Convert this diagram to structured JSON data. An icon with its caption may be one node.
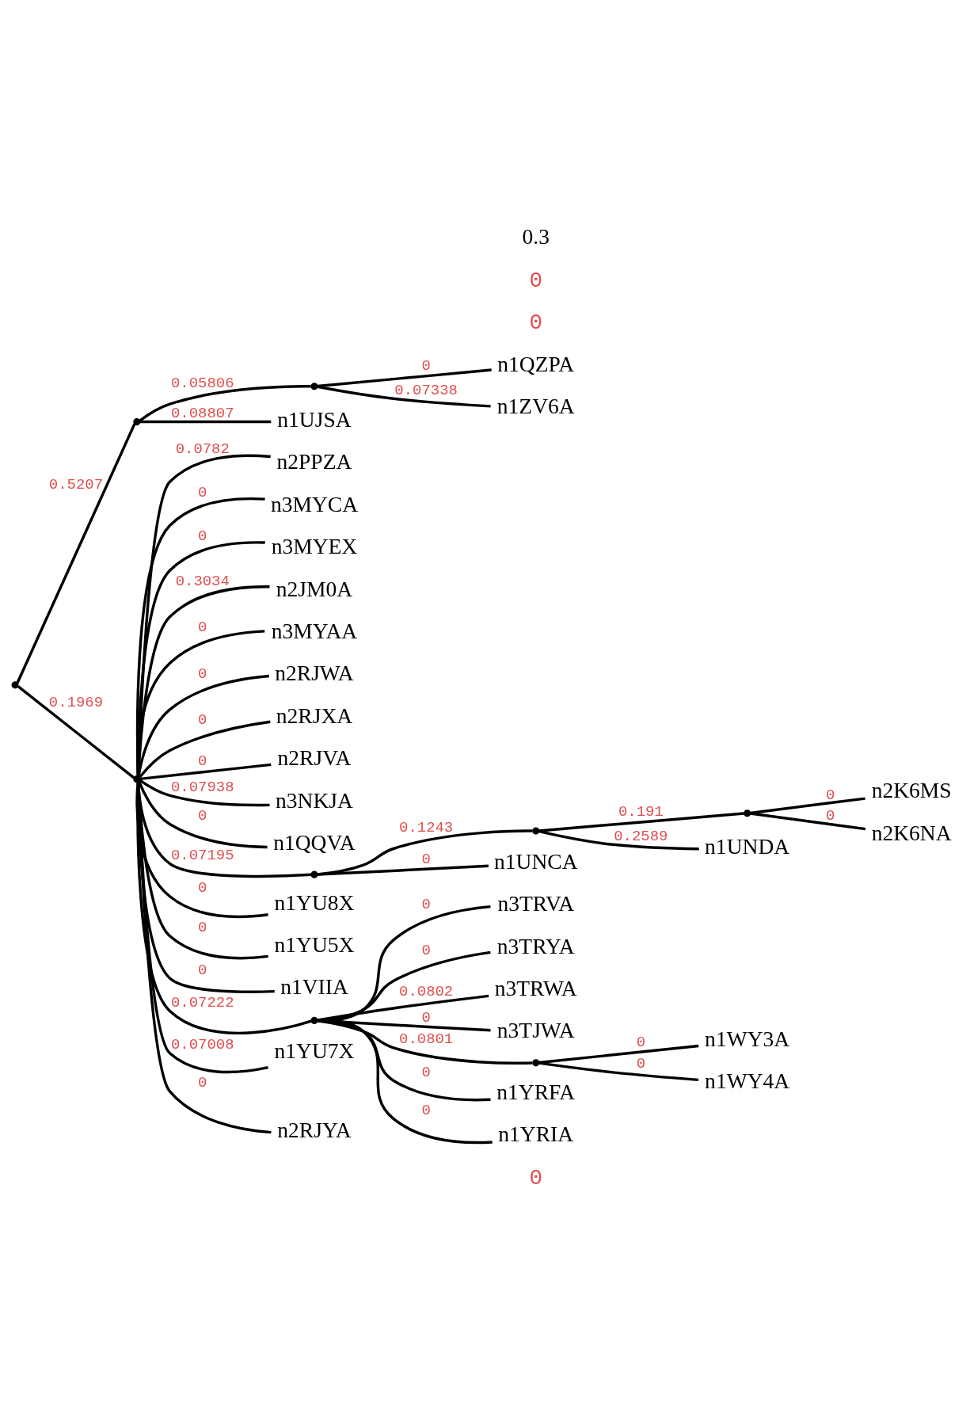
{
  "diagram": {
    "nodes": [
      {
        "text": [],
        "shape": "point"
      },
      {
        "text": [],
        "shape": "point"
      },
      {
        "text": [],
        "shape": "point"
      },
      {
        "text": [
          "n1QZPA"
        ]
      },
      {
        "text": [
          "n1ZV6A"
        ]
      },
      {
        "text": [
          "n1UJSA"
        ]
      },
      {
        "text": [],
        "shape": "point"
      },
      {
        "text": [
          "n2PPZA"
        ]
      },
      {
        "text": [
          "n3MYCA"
        ]
      },
      {
        "text": [
          "n3MYEX"
        ]
      },
      {
        "text": [
          "n2JM0A"
        ]
      },
      {
        "text": [
          "n3MYAA"
        ]
      },
      {
        "text": [
          "n2RJWA"
        ]
      },
      {
        "text": [
          "n2RJXA"
        ]
      },
      {
        "text": [
          "n2RJVA"
        ]
      },
      {
        "text": [
          "n3NKJA"
        ]
      },
      {
        "text": [
          "n1QQVA"
        ]
      },
      {
        "text": [],
        "shape": "point"
      },
      {
        "text": [],
        "shape": "point"
      },
      {
        "text": [],
        "shape": "point"
      },
      {
        "text": [
          "n2K6MS"
        ]
      },
      {
        "text": [
          "n2K6NA"
        ]
      },
      {
        "text": [
          "n1UNDA"
        ]
      },
      {
        "text": [
          "n1UNCA"
        ]
      },
      {
        "text": [
          "n1YU8X"
        ]
      },
      {
        "text": [
          "n1YU5X"
        ]
      },
      {
        "text": [
          "n1VIIA"
        ]
      },
      {
        "text": [],
        "shape": "point"
      },
      {
        "text": [
          "n3TRVA"
        ]
      },
      {
        "text": [
          "n3TRYA"
        ]
      },
      {
        "text": [
          "n3TRWA"
        ]
      },
      {
        "text": [
          "n3TJWA"
        ]
      },
      {
        "text": [],
        "shape": "point"
      },
      {
        "text": [
          "n1WY3A"
        ]
      },
      {
        "text": [
          "n1WY4A"
        ]
      },
      {
        "text": [
          "n1YRFA"
        ]
      },
      {
        "text": [
          "n1YRIA"
        ]
      },
      {
        "text": [
          "n1YU7X"
        ]
      },
      {
        "text": [
          "n2RJYA"
        ]
      }
    ],
    "edges": [
      {
        "from": 0,
        "to": 1,
        "arrow": "none",
        "label": "0.5207"
      },
      {
        "from": 1,
        "to": 2,
        "arrow": "none",
        "label": "0.05806"
      },
      {
        "from": 2,
        "to": 3,
        "arrow": "none",
        "label": "0"
      },
      {
        "from": 2,
        "to": 4,
        "arrow": "none",
        "label": "0.07338"
      },
      {
        "from": 1,
        "to": 5,
        "arrow": "none",
        "label": "0.08807"
      },
      {
        "from": 0,
        "to": 6,
        "arrow": "none",
        "label": "0.1969"
      },
      {
        "from": 6,
        "to": 7,
        "arrow": "none",
        "label": "0.0782"
      },
      {
        "from": 6,
        "to": 8,
        "arrow": "none",
        "label": "0"
      },
      {
        "from": 6,
        "to": 9,
        "arrow": "none",
        "label": "0"
      },
      {
        "from": 6,
        "to": 10,
        "arrow": "none",
        "label": "0.3034"
      },
      {
        "from": 6,
        "to": 11,
        "arrow": "none",
        "label": "0"
      },
      {
        "from": 6,
        "to": 12,
        "arrow": "none",
        "label": "0"
      },
      {
        "from": 6,
        "to": 13,
        "arrow": "none",
        "label": "0"
      },
      {
        "from": 6,
        "to": 14,
        "arrow": "none",
        "label": "0"
      },
      {
        "from": 6,
        "to": 15,
        "arrow": "none",
        "label": "0.07938"
      },
      {
        "from": 6,
        "to": 16,
        "arrow": "none",
        "label": "0"
      },
      {
        "from": 6,
        "to": 17,
        "arrow": "none",
        "label": "0.07195"
      },
      {
        "from": 17,
        "to": 18,
        "arrow": "none",
        "label": "0.1243"
      },
      {
        "from": 18,
        "to": 19,
        "arrow": "none",
        "label": "0.191"
      },
      {
        "from": 19,
        "to": 20,
        "arrow": "none",
        "label": "0"
      },
      {
        "from": 19,
        "to": 21,
        "arrow": "none",
        "label": "0"
      },
      {
        "from": 18,
        "to": 22,
        "arrow": "none",
        "label": "0.2589"
      },
      {
        "from": 17,
        "to": 23,
        "arrow": "none",
        "label": "0"
      },
      {
        "from": 6,
        "to": 24,
        "arrow": "none",
        "label": "0"
      },
      {
        "from": 6,
        "to": 25,
        "arrow": "none",
        "label": "0"
      },
      {
        "from": 6,
        "to": 26,
        "arrow": "none",
        "label": "0"
      },
      {
        "from": 6,
        "to": 27,
        "arrow": "none",
        "label": "0.07222"
      },
      {
        "from": 27,
        "to": 28,
        "arrow": "none",
        "label": "0"
      },
      {
        "from": 27,
        "to": 29,
        "arrow": "none",
        "label": "0"
      },
      {
        "from": 27,
        "to": 30,
        "arrow": "none",
        "label": "0.0802"
      },
      {
        "from": 27,
        "to": 31,
        "arrow": "none",
        "label": "0"
      },
      {
        "from": 27,
        "to": 32,
        "arrow": "none",
        "label": "0.0801"
      },
      {
        "from": 32,
        "to": 33,
        "arrow": "none",
        "label": "0"
      },
      {
        "from": 32,
        "to": 34,
        "arrow": "none",
        "label": "0"
      },
      {
        "from": 27,
        "to": 35,
        "arrow": "none",
        "label": "0"
      },
      {
        "from": 27,
        "to": 36,
        "arrow": "none",
        "label": "0"
      },
      {
        "from": 6,
        "to": 37,
        "arrow": "none",
        "label": "0.07008"
      },
      {
        "from": 6,
        "to": 38,
        "arrow": "none",
        "label": "0"
      }
    ],
    "labels": [
      "0",
      "0",
      "0",
      "0.3"
    ]
  }
}
